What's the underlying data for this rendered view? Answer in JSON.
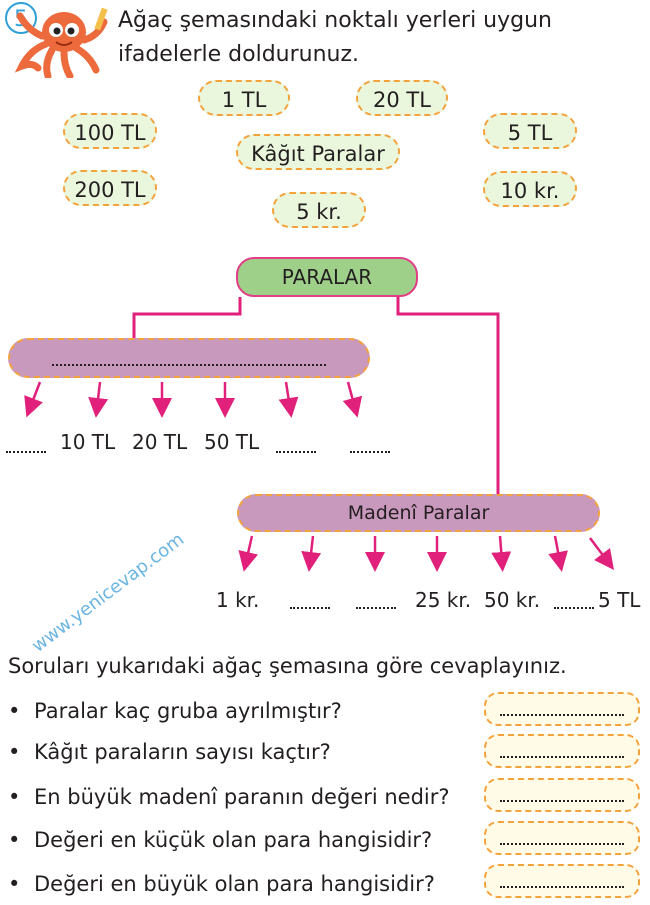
{
  "question": {
    "number": "5",
    "instruction_line1": "Ağaç şemasındaki noktalı yerleri uygun",
    "instruction_line2": "ifadelerle doldurunuz."
  },
  "word_bank": [
    "1 TL",
    "20 TL",
    "100 TL",
    "5 TL",
    "Kâğıt Paralar",
    "200 TL",
    "10 kr.",
    "5 kr."
  ],
  "tree": {
    "root": "PARALAR",
    "paper_branch": {
      "label_blank": "",
      "leaves": [
        "",
        "10 TL",
        "20 TL",
        "50 TL",
        "",
        ""
      ]
    },
    "coin_branch": {
      "label": "Madenî Paralar",
      "leaves": [
        "1 kr.",
        "",
        "",
        "25 kr.",
        "50 kr.",
        "",
        "5 TL"
      ]
    }
  },
  "watermark": "www.yenicevap.com",
  "subquestions": {
    "heading": "Soruları yukarıdaki ağaç şemasına göre cevaplayınız.",
    "bullet": "•",
    "items": [
      "Paralar kaç gruba ayrılmıştır?",
      "Kâğıt paraların sayısı kaçtır?",
      "En büyük madenî paranın değeri nedir?",
      "Değeri en küçük olan para hangisidir?",
      "Değeri en büyük olan para hangisidir?"
    ]
  },
  "colors": {
    "line": "#e0207a",
    "chip_border": "#f4a23c",
    "chip_fill": "#eaf7dd",
    "root_fill": "#9fd08a",
    "branch_fill": "#c999bd",
    "number_badge": "#2f9fd8"
  }
}
